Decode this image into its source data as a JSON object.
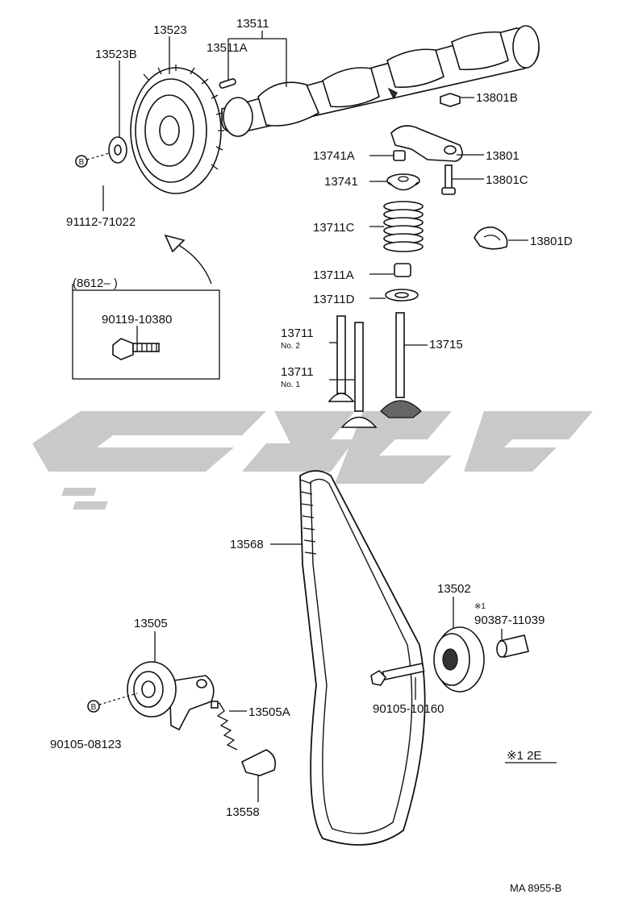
{
  "diagram": {
    "labels": {
      "p13523": "13523",
      "p13511": "13511",
      "p13523B": "13523B",
      "p13511A": "13511A",
      "p13801B": "13801B",
      "p13741A": "13741A",
      "p13801": "13801",
      "p13741": "13741",
      "p13801C": "13801C",
      "p13711C": "13711C",
      "p13801D": "13801D",
      "p91112": "91112-71022",
      "inset_date": "(8612–        )",
      "p90119": "90119-10380",
      "p13711A": "13711A",
      "p13711D": "13711D",
      "p13711_no2": "13711",
      "no2": "No. 2",
      "p13711_no1": "13711",
      "no1": "No. 1",
      "p13715": "13715",
      "p13568": "13568",
      "p13502": "13502",
      "star1": "※1",
      "p90387": "90387-11039",
      "p13505": "13505",
      "p13505A": "13505A",
      "p90105_10160": "90105-10160",
      "p90105_08123": "90105-08123",
      "p13558": "13558",
      "note": "※1 2E",
      "ref_b1": "B",
      "ref_b2": "B",
      "doc_code": "MA 8955-B"
    }
  }
}
